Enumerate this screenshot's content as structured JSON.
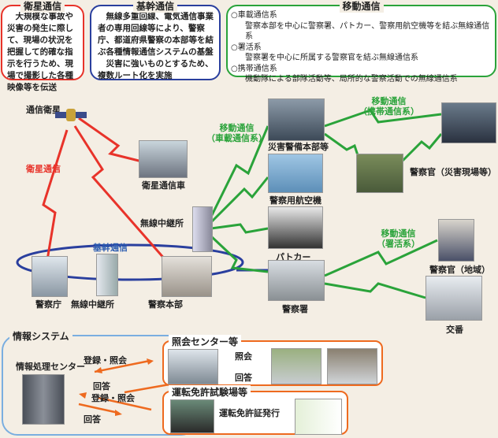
{
  "top_boxes": {
    "satellite": {
      "title": "衛星通信",
      "text": "　大規模な事故や災害の発生に際して、現場の状況を把握して的確な指示を行うため、現場で撮影した各種映像等を伝送",
      "color": "#e8332a"
    },
    "backbone": {
      "title": "基幹通信",
      "text": "　無線多重回線、電気通信事業者の専用回線等により、警察庁、都道府県警察の本部等を結ぶ各種情報通信システムの基盤\n　災害に強いものとするため、複数ルート化を実施",
      "color": "#2a3f9e"
    },
    "mobile": {
      "title": "移動通信",
      "items": [
        {
          "head": "○車載通信系",
          "desc": "警察本部を中心に警察署、パトカー、警察用航空機等を結ぶ無線通信系"
        },
        {
          "head": "○署活系",
          "desc": "警察署を中心に所属する警察官を結ぶ無線通信系"
        },
        {
          "head": "○携帯通信系",
          "desc": "機動隊による部隊活動等、局所的な警察活動での無線通信系"
        }
      ],
      "color": "#2aa33a"
    }
  },
  "network": {
    "comm_satellite": "通信衛星",
    "satellite_link": "衛星通信",
    "satellite_vehicle": "衛星通信車",
    "mobile_vehicle": "移動通信\n（車載通信系）",
    "mobile_portable": "移動通信\n（携帯通信系）",
    "mobile_station": "移動通信\n（署活系）",
    "disaster_hq": "災害警備本部等",
    "aircraft": "警察用航空機",
    "relay_station_upper": "無線中継所",
    "patrol_car": "パトカー",
    "backbone": "基幹通信",
    "npa": "警察庁",
    "relay_station_lower": "無線中継所",
    "police_hq": "警察本部",
    "police_station": "警察署",
    "officer_disaster": "警察官（災害現場等）",
    "officer_local": "警察官（地域）",
    "koban": "交番"
  },
  "info_system": {
    "title": "情報システム",
    "center": "情報処理センター",
    "reg_query_1": "登録・照会",
    "answer_1": "回答",
    "reg_query_2": "登録・照会",
    "answer_2": "回答",
    "inquiry_center": {
      "title": "照会センター等",
      "query": "照会",
      "answer": "回答"
    },
    "license_center": {
      "title": "運転免許試験場等",
      "issue": "運転免許証発行"
    }
  },
  "colors": {
    "red": "#e8332a",
    "green": "#2aa33a",
    "blue": "#2a3f9e",
    "orange": "#ee6a1f",
    "lightblue": "#7aaee0"
  }
}
